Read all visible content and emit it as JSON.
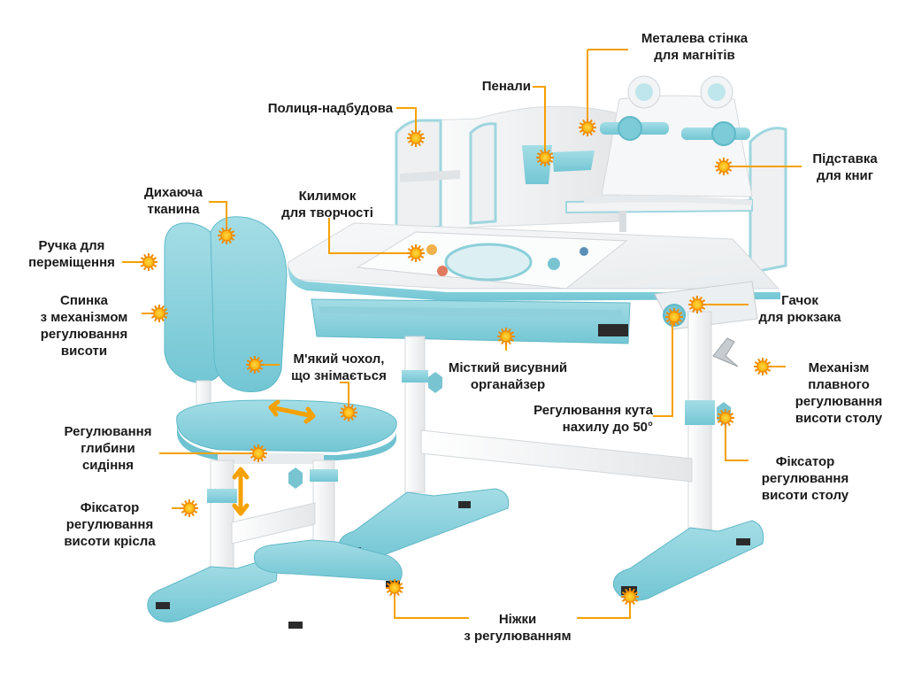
{
  "diagram": {
    "colors": {
      "accent_blue": "#8fd4df",
      "accent_blue_dark": "#5dbfcf",
      "desk_white": "#f4f5f6",
      "leader_line": "#f5a100",
      "marker_fill": "#ffc21a",
      "marker_ring": "#f08c00",
      "text": "#1a1a1a"
    },
    "marker_icon": "sun-marker-icon",
    "callouts": [
      {
        "id": "metal-wall",
        "lines": [
          "Металева стінка",
          "для магнітів"
        ]
      },
      {
        "id": "pencil-cases",
        "lines": [
          "Пенали"
        ]
      },
      {
        "id": "top-shelf",
        "lines": [
          "Полиця-надбудова"
        ]
      },
      {
        "id": "book-stand",
        "lines": [
          "Підставка",
          "для книг"
        ]
      },
      {
        "id": "breathable-fabric",
        "lines": [
          "Дихаюча",
          "тканина"
        ]
      },
      {
        "id": "creative-mat",
        "lines": [
          "Килимок",
          "для творчості"
        ]
      },
      {
        "id": "moving-handle",
        "lines": [
          "Ручка для",
          "переміщення"
        ]
      },
      {
        "id": "backrest",
        "lines": [
          "Спинка",
          "з механізмом",
          "регулювання",
          "висоти"
        ]
      },
      {
        "id": "backpack-hook",
        "lines": [
          "Гачок",
          "для рюкзака"
        ]
      },
      {
        "id": "soft-cover",
        "lines": [
          "М'який чохол,",
          "що знімається"
        ]
      },
      {
        "id": "drawer",
        "lines": [
          "Місткий висувний",
          "органайзер"
        ]
      },
      {
        "id": "height-mechanism",
        "lines": [
          "Механізм",
          "плавного",
          "регулювання",
          "висоти столу"
        ]
      },
      {
        "id": "tilt",
        "lines": [
          "Регулювання кута",
          "нахилу до 50°"
        ]
      },
      {
        "id": "seat-depth",
        "lines": [
          "Регулювання",
          "глибини",
          "сидіння"
        ]
      },
      {
        "id": "desk-lock",
        "lines": [
          "Фіксатор",
          "регулювання",
          "висоти столу"
        ]
      },
      {
        "id": "chair-lock",
        "lines": [
          "Фіксатор",
          "регулювання",
          "висоти крісла"
        ]
      },
      {
        "id": "feet",
        "lines": [
          "Ніжки",
          "з регулюванням"
        ]
      }
    ]
  }
}
